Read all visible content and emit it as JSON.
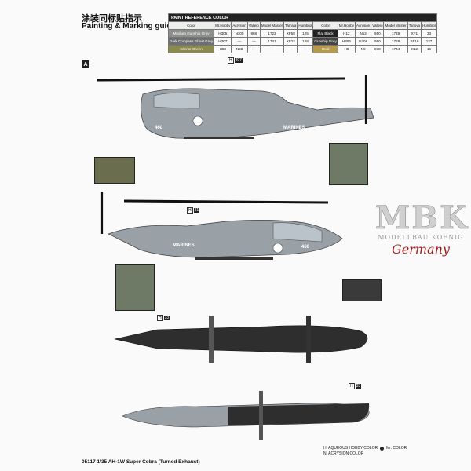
{
  "header": {
    "title_cn": "涂装同标贴指示",
    "title_en": "Painting & Marking guide"
  },
  "paint_table": {
    "title": "PAINT REFERENCE COLOR",
    "headers": [
      "Color",
      "Mr.Hobby",
      "Acrysion",
      "Vallejo",
      "Model Master",
      "Tamiya",
      "Humbrol",
      "Color",
      "Mr.Hobby",
      "Acrysion",
      "Vallejo",
      "Model Master",
      "Tamiya",
      "Humbrol"
    ],
    "rows": [
      [
        "Medium Gunship Grey",
        "H305",
        "N305",
        "868",
        "1723",
        "XF58",
        "125",
        "Flat Black",
        "H12",
        "N12",
        "950",
        "1749",
        "XF1",
        "33"
      ],
      [
        "Dark Compass Ghost Grey",
        "H307",
        "—",
        "—",
        "1741",
        "XF22",
        "128",
        "Gunship Grey",
        "H306",
        "N306",
        "990",
        "1728",
        "XF19",
        "127"
      ],
      [
        "Interior Green",
        "H58",
        "N58",
        "—",
        "—",
        "—",
        "—",
        "Gold",
        "H9",
        "N9",
        "878",
        "1744",
        "X12",
        "16"
      ]
    ]
  },
  "diagram": {
    "section_label": "A",
    "marines_text": "MARINES",
    "nose_number": "460"
  },
  "callouts": [
    {
      "prefix": "H",
      "code": "307"
    },
    {
      "prefix": "H",
      "code": "81"
    },
    {
      "prefix": "H",
      "code": "33"
    },
    {
      "prefix": "H",
      "code": "33"
    }
  ],
  "logo": {
    "mark": "MBK",
    "subtitle": "MODELLBAU KOENIG",
    "country": "Germany"
  },
  "legend": {
    "aqueous": "H: AQUEOUS HOBBY COLOR",
    "mr_color": "Mr. COLOR",
    "acrysion": "N: ACRYSION COLOR"
  },
  "footer": {
    "text": "05117 1/35 AH-1W Super Cobra (Turned Exhaust)"
  }
}
